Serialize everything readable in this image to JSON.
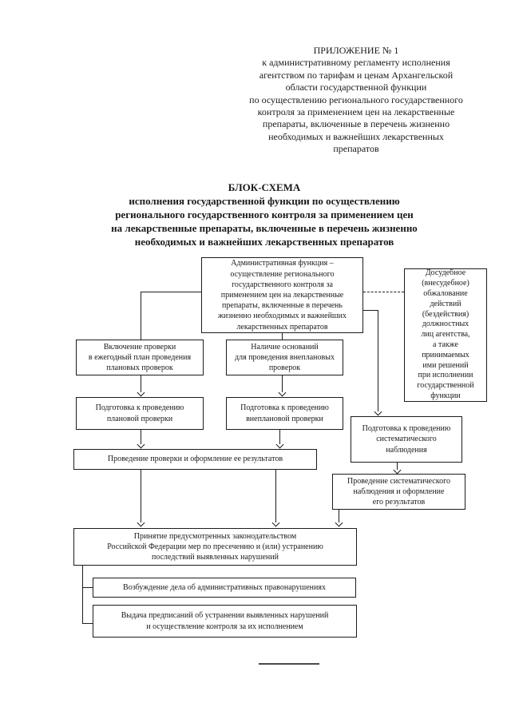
{
  "colors": {
    "ink": "#1a1a1a",
    "paper": "#ffffff"
  },
  "header": {
    "lines": [
      "ПРИЛОЖЕНИЕ № 1",
      "к административному регламенту исполнения",
      "агентством по тарифам и ценам Архангельской",
      "области государственной функции",
      "по осуществлению регионального государственного",
      "контроля за применением цен на лекарственные",
      "препараты, включенные в перечень жизненно",
      "необходимых и важнейших лекарственных",
      "препаратов"
    ]
  },
  "title": {
    "lines": [
      "БЛОК-СХЕМА",
      "исполнения государственной функции по осуществлению",
      "регионального государственного контроля за применением цен",
      "на лекарственные препараты, включенные в перечень жизненно",
      "необходимых и важнейших лекарственных препаратов"
    ]
  },
  "flowchart": {
    "admin_function": {
      "lines": [
        "Административная функция –",
        "осуществление регионального",
        "государственного контроля  за",
        "применением цен на лекарственные",
        "препараты, включенные в перечень",
        "жизненно необходимых и важнейших",
        "лекарственных препаратов"
      ]
    },
    "appeal": {
      "lines": [
        "Досудебное",
        "(внесудебное)",
        "обжалование",
        "действий",
        "(бездействия)",
        "должностных",
        "лиц агентства,",
        "а также",
        "принимаемых",
        "ими решений",
        "при исполнении",
        "государственной",
        "функции"
      ]
    },
    "plan_inclusion": {
      "lines": [
        "Включение проверки",
        "в ежегодный план проведения",
        "плановых проверок"
      ]
    },
    "unscheduled_grounds": {
      "lines": [
        "Наличие оснований",
        "для проведения внеплановых",
        "проверок"
      ]
    },
    "planned_prep": {
      "lines": [
        "Подготовка к проведению",
        "плановой проверки"
      ]
    },
    "unscheduled_prep": {
      "lines": [
        "Подготовка к проведению",
        "внеплановой проверки"
      ]
    },
    "inspection": {
      "label": "Проведение проверки и оформление ее результатов"
    },
    "systematic_prep": {
      "lines": [
        "Подготовка к проведению",
        "систематического",
        "наблюдения"
      ]
    },
    "systematic_conduct": {
      "lines": [
        "Проведение систематического",
        "наблюдения и оформление",
        "его результатов"
      ]
    },
    "measures": {
      "lines": [
        "Принятие предусмотренных законодательством",
        "Российской Федерации мер по пресечению и (или) устранению",
        "последствий выявленных нарушений"
      ]
    },
    "case_initiation": {
      "label": "Возбуждение дела об административных правонарушениях"
    },
    "prescriptions": {
      "lines": [
        "Выдача предписаний об устранении выявленных нарушений",
        "и осуществление контроля за их исполнением"
      ]
    }
  }
}
